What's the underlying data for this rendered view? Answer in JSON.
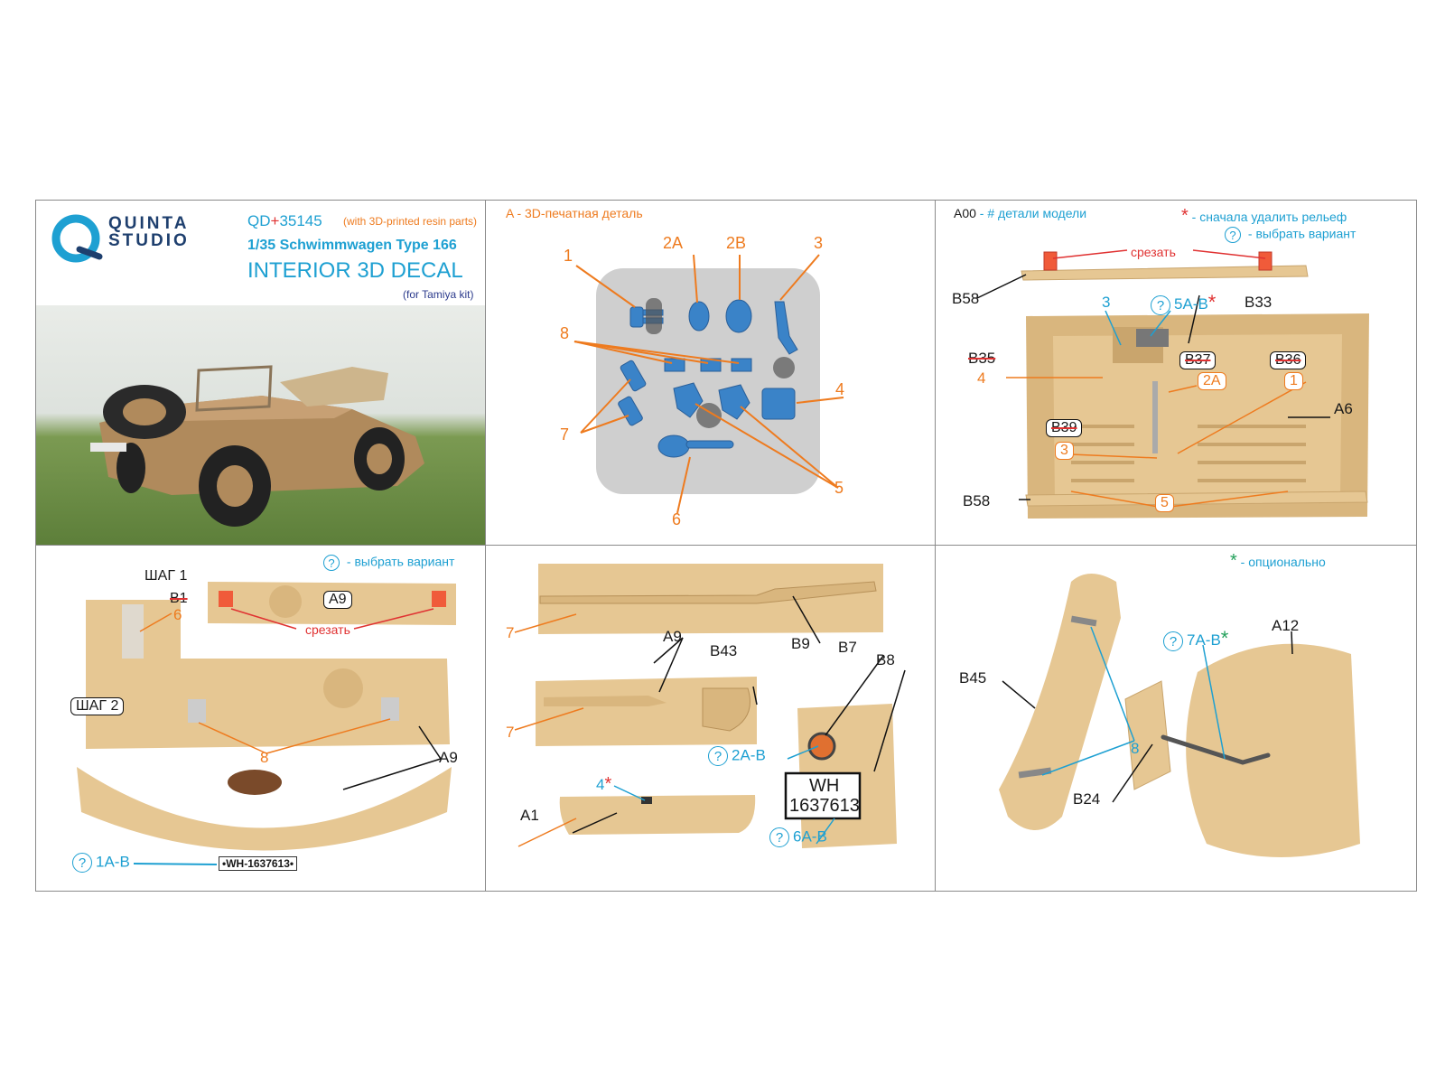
{
  "brand": {
    "line1": "QUINTA",
    "line2": "STUDIO"
  },
  "product": {
    "code_prefix": "QD",
    "code_plus": "+",
    "code_number": "35145",
    "resin_note": "(with 3D-printed resin parts)",
    "scale_title": "1/35 Schwimmwagen Type 166",
    "main_title": "INTERIOR 3D DECAL",
    "kit_note": "(for Tamiya kit)"
  },
  "legend": {
    "a_letter": "A",
    "a_text": " - 3D-печатная деталь",
    "a00_letter": "A00",
    "a00_text": " - # детали модели",
    "star": "*",
    "star_text": " - сначала удалить рельеф",
    "q_symbol": "?",
    "q_text": " - выбрать вариант",
    "green_star_text": " - опционально"
  },
  "panel_a_parts": {
    "labels": [
      "1",
      "2A",
      "2B",
      "3",
      "8",
      "4",
      "7",
      "5",
      "6"
    ]
  },
  "panel_interior": {
    "cut_label": "срезать",
    "labels_black": [
      "B58",
      "B33",
      "A6",
      "B58"
    ],
    "labels_blue": [
      "3",
      "5A-B"
    ],
    "labels_orange": [
      "4",
      "2A",
      "1",
      "3",
      "5"
    ],
    "struck": [
      "B35",
      "B37",
      "B36",
      "B39"
    ]
  },
  "panel_step": {
    "step1": "ШАГ 1",
    "step2": "ШАГ 2",
    "b1": "B1",
    "a9_box": "A9",
    "cut_label": "срезать",
    "six": "6",
    "eight": "8",
    "a9": "A9",
    "plate_option": "1A-B",
    "plate_text": "•WH-1637613•"
  },
  "panel_rear": {
    "seven_a": "7",
    "seven_b": "7",
    "a9": "A9",
    "b9": "B9",
    "b43": "B43",
    "b7": "B7",
    "b8": "B8",
    "four": "4",
    "a1": "A1",
    "opt_2ab": "2A-B",
    "opt_6ab": "6A-B",
    "plate_line1": "WH",
    "plate_line2": "1637613"
  },
  "panel_spare": {
    "b45": "B45",
    "eight": "8",
    "opt_7ab": "7A-B",
    "a12": "A12",
    "b24": "B24"
  },
  "colors": {
    "orange": "#ee7b1f",
    "blue": "#1ea0d2",
    "red": "#e03232",
    "green": "#22a05a",
    "resin": "#e6c793",
    "part_blue": "#3a83c8",
    "grey_bg": "#cfcfcf"
  }
}
